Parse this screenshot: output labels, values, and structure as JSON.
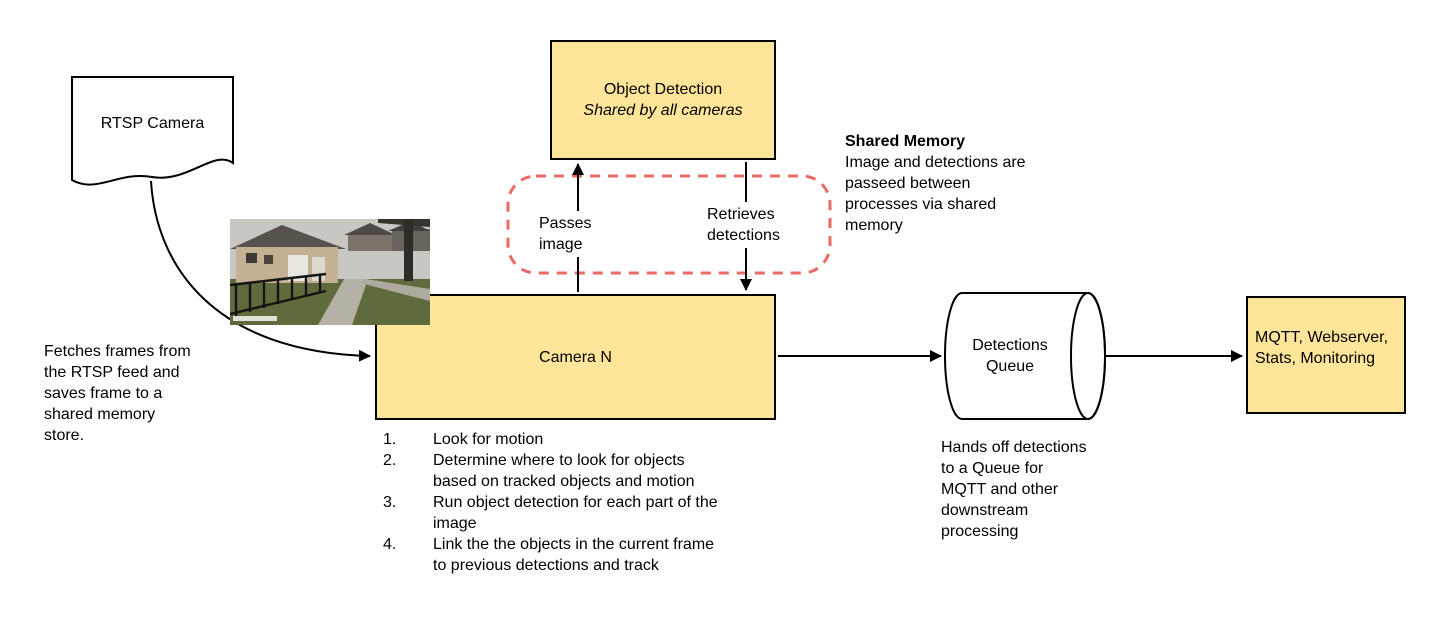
{
  "colors": {
    "node_fill": "#ffe599",
    "node_border": "#000000",
    "shared_memory_outline": "#ea6b66",
    "arrow": "#000000"
  },
  "nodes": {
    "rtsp_camera": {
      "label": "RTSP Camera"
    },
    "object_detection": {
      "title": "Object Detection",
      "subtitle": "Shared by all cameras"
    },
    "camera_n": {
      "label": "Camera N"
    },
    "detections_queue": {
      "label": "Detections\nQueue"
    },
    "outputs": {
      "label": "MQTT, Webserver,\nStats, Monitoring"
    }
  },
  "edges": {
    "passes_image": "Passes\nimage",
    "retrieves_detections": "Retrieves\ndetections"
  },
  "notes": {
    "shared_memory_title": "Shared Memory",
    "shared_memory_body": "Image and detections are\npasseed between\nprocesses via shared\nmemory",
    "fetch_note": "Fetches frames from\nthe RTSP feed and\nsaves frame to a\nshared memory\nstore.",
    "queue_note": "Hands off detections\nto a Queue for\nMQTT and other\ndownstream\nprocessing",
    "camera_steps": [
      {
        "num": "1.",
        "text": "Look for motion"
      },
      {
        "num": "2.",
        "text": "Determine where to look for objects\nbased on tracked objects and motion"
      },
      {
        "num": "3.",
        "text": "Run object detection for each part of the\nimage"
      },
      {
        "num": "4.",
        "text": "Link the the objects in the current frame\nto previous detections and track"
      }
    ]
  }
}
